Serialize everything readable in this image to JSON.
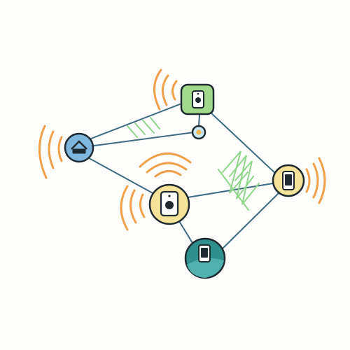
{
  "diagram": {
    "kind": "network-topology",
    "colors": {
      "background": "#fdfdfc",
      "link": "#3f6b82",
      "link_accent": "#8fd68a",
      "wave": "#f0a04a",
      "outline": "#1e2a30",
      "node_blue": "#7fb6de",
      "node_green": "#a3d98c",
      "node_yellow": "#f6e39a",
      "node_teal": "#2f8f8c",
      "node_teal_light": "#4fb0ad",
      "hub_fill": "#c9e7f5",
      "hub_dot": "#f2b84a"
    },
    "nodes": [
      {
        "id": "home-router",
        "icon": "house-icon",
        "fill": "node_blue"
      },
      {
        "id": "top-device",
        "icon": "speaker-icon",
        "fill": "node_green"
      },
      {
        "id": "small-hub",
        "icon": "hub-dot-icon",
        "fill": "hub_fill"
      },
      {
        "id": "center-speaker",
        "icon": "speaker-icon",
        "fill": "node_yellow"
      },
      {
        "id": "right-phone",
        "icon": "phone-icon",
        "fill": "node_yellow"
      },
      {
        "id": "bottom-phone",
        "icon": "phone-icon",
        "fill": "node_teal"
      }
    ],
    "links": [
      {
        "from": "home-router",
        "to": "top-device",
        "accent": true
      },
      {
        "from": "home-router",
        "to": "small-hub",
        "accent": false
      },
      {
        "from": "home-router",
        "to": "center-speaker",
        "accent": false
      },
      {
        "from": "top-device",
        "to": "right-phone",
        "accent": true
      },
      {
        "from": "center-speaker",
        "to": "right-phone",
        "accent": false
      },
      {
        "from": "center-speaker",
        "to": "bottom-phone",
        "accent": false
      },
      {
        "from": "right-phone",
        "to": "bottom-phone",
        "accent": false
      }
    ],
    "signals": [
      {
        "node": "home-router",
        "side": "left",
        "arcs": 3
      },
      {
        "node": "top-device",
        "side": "left",
        "arcs": 3
      },
      {
        "node": "center-speaker",
        "side": "top",
        "arcs": 3
      },
      {
        "node": "center-speaker",
        "side": "left",
        "arcs": 3
      },
      {
        "node": "right-phone",
        "side": "right",
        "arcs": 3
      }
    ]
  }
}
